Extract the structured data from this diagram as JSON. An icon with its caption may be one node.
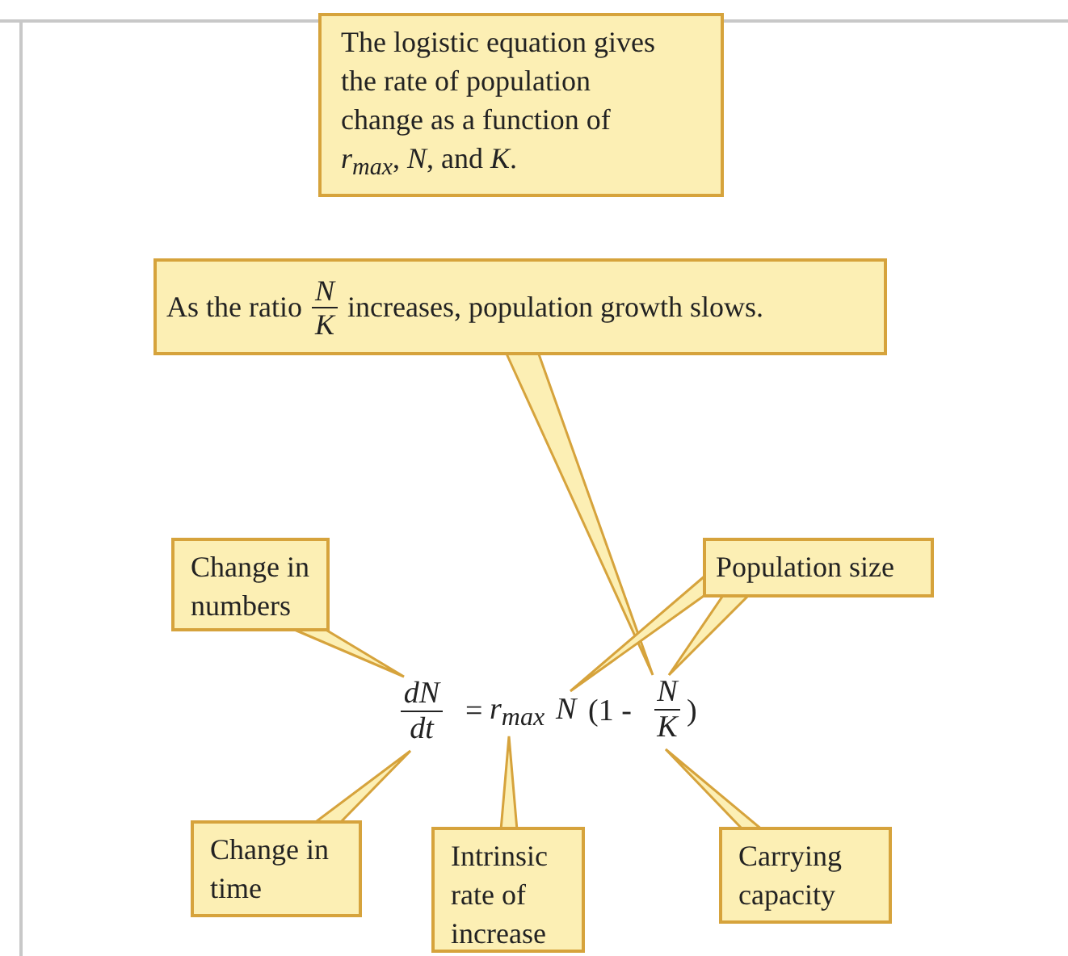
{
  "diagram": {
    "nodes": [
      {
        "text": [
          "The logistic equation gives the rate of population change as a function of *r*$_{max}$, *N*, and *K*."
        ]
      },
      {
        "text": [
          "As the ratio",
          "N",
          "K",
          "increases, population growth slows."
        ]
      },
      {
        "text": [
          "Change in numbers"
        ]
      },
      {
        "text": [
          "Population size"
        ]
      },
      {
        "text": [
          "Change in time"
        ]
      },
      {
        "text": [
          "Intrinsic rate of increase"
        ]
      },
      {
        "text": [
          "Carrying capacity"
        ]
      },
      {
        "text": [
          "dN",
          "dt"
        ]
      },
      {
        "text": [
          "r$_{max}$"
        ]
      },
      {
        "text": [
          "N"
        ]
      },
      {
        "text": [
          "N",
          "K"
        ]
      }
    ],
    "edges": [
      {
        "from": 1,
        "to": 10,
        "arrow": "none"
      },
      {
        "from": 2,
        "to": 7,
        "arrow": "none"
      },
      {
        "from": 3,
        "to": 9,
        "arrow": "none"
      },
      {
        "from": 3,
        "to": 10,
        "arrow": "none"
      },
      {
        "from": 4,
        "to": 7,
        "arrow": "none"
      },
      {
        "from": 5,
        "to": 8,
        "arrow": "none"
      },
      {
        "from": 6,
        "to": 10,
        "arrow": "none"
      }
    ],
    "labels": [
      "=",
      "(1 -",
      ")"
    ]
  }
}
